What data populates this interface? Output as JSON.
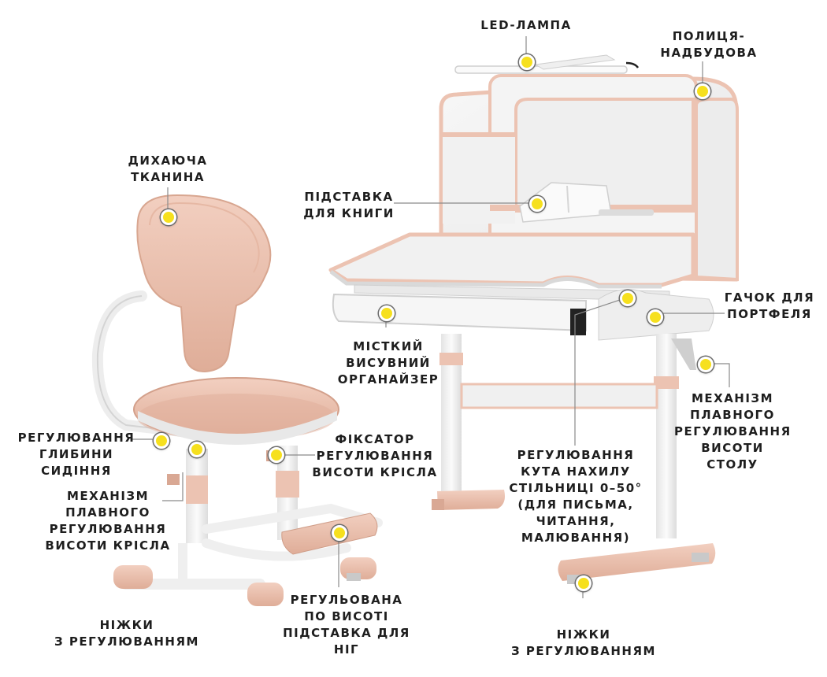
{
  "labels": {
    "led_lamp": "LED-ЛАМПА",
    "shelf": "ПОЛИЦЯ-\nНАДБУДОВА",
    "book_stand": "ПІДСТАВКА\nДЛЯ КНИГИ",
    "breathable_fabric": "ДИХАЮЧА\nТКАНИНА",
    "bag_hook": "ГАЧОК ДЛЯ\nПОРТФЕЛЯ",
    "drawer": "МІСТКИЙ\nВИСУВНИЙ\nОРГАНАЙЗЕР",
    "desk_height": "МЕХАНІЗМ\nПЛАВНОГО\nРЕГУЛЮВАННЯ\nВИСОТИ\nСТОЛУ",
    "seat_depth": "РЕГУЛЮВАННЯ\nГЛИБИНИ\nСИДІННЯ",
    "chair_height_lock": "ФІКСАТОР\nРЕГУЛЮВАННЯ\nВИСОТИ КРІСЛА",
    "tilt": "РЕГУЛЮВАННЯ\nКУТА НАХИЛУ\nСТІЛЬНИЦІ 0–50°\n(ДЛЯ ПИСЬМА,\nЧИТАННЯ,\nМАЛЮВАННЯ)",
    "chair_height": "МЕХАНІЗМ\nПЛАВНОГО\nРЕГУЛЮВАННЯ\nВИСОТИ КРІСЛА",
    "chair_feet": "НІЖКИ\nЗ РЕГУЛЮВАННЯМ",
    "footrest": "РЕГУЛЬОВАНА\nПО ВИСОТІ\nПІДСТАВКА ДЛЯ НІГ",
    "desk_feet": "НІЖКИ\nЗ РЕГУЛЮВАННЯМ"
  },
  "colors": {
    "marker": "#f6e01e",
    "accent_pink": "#ecc3b2",
    "accent_pink_dark": "#d9a894",
    "furniture_white": "#f3f3f3",
    "leader_line": "#8a8a8a"
  },
  "icons": {
    "marker": "yellow-dot-icon"
  }
}
